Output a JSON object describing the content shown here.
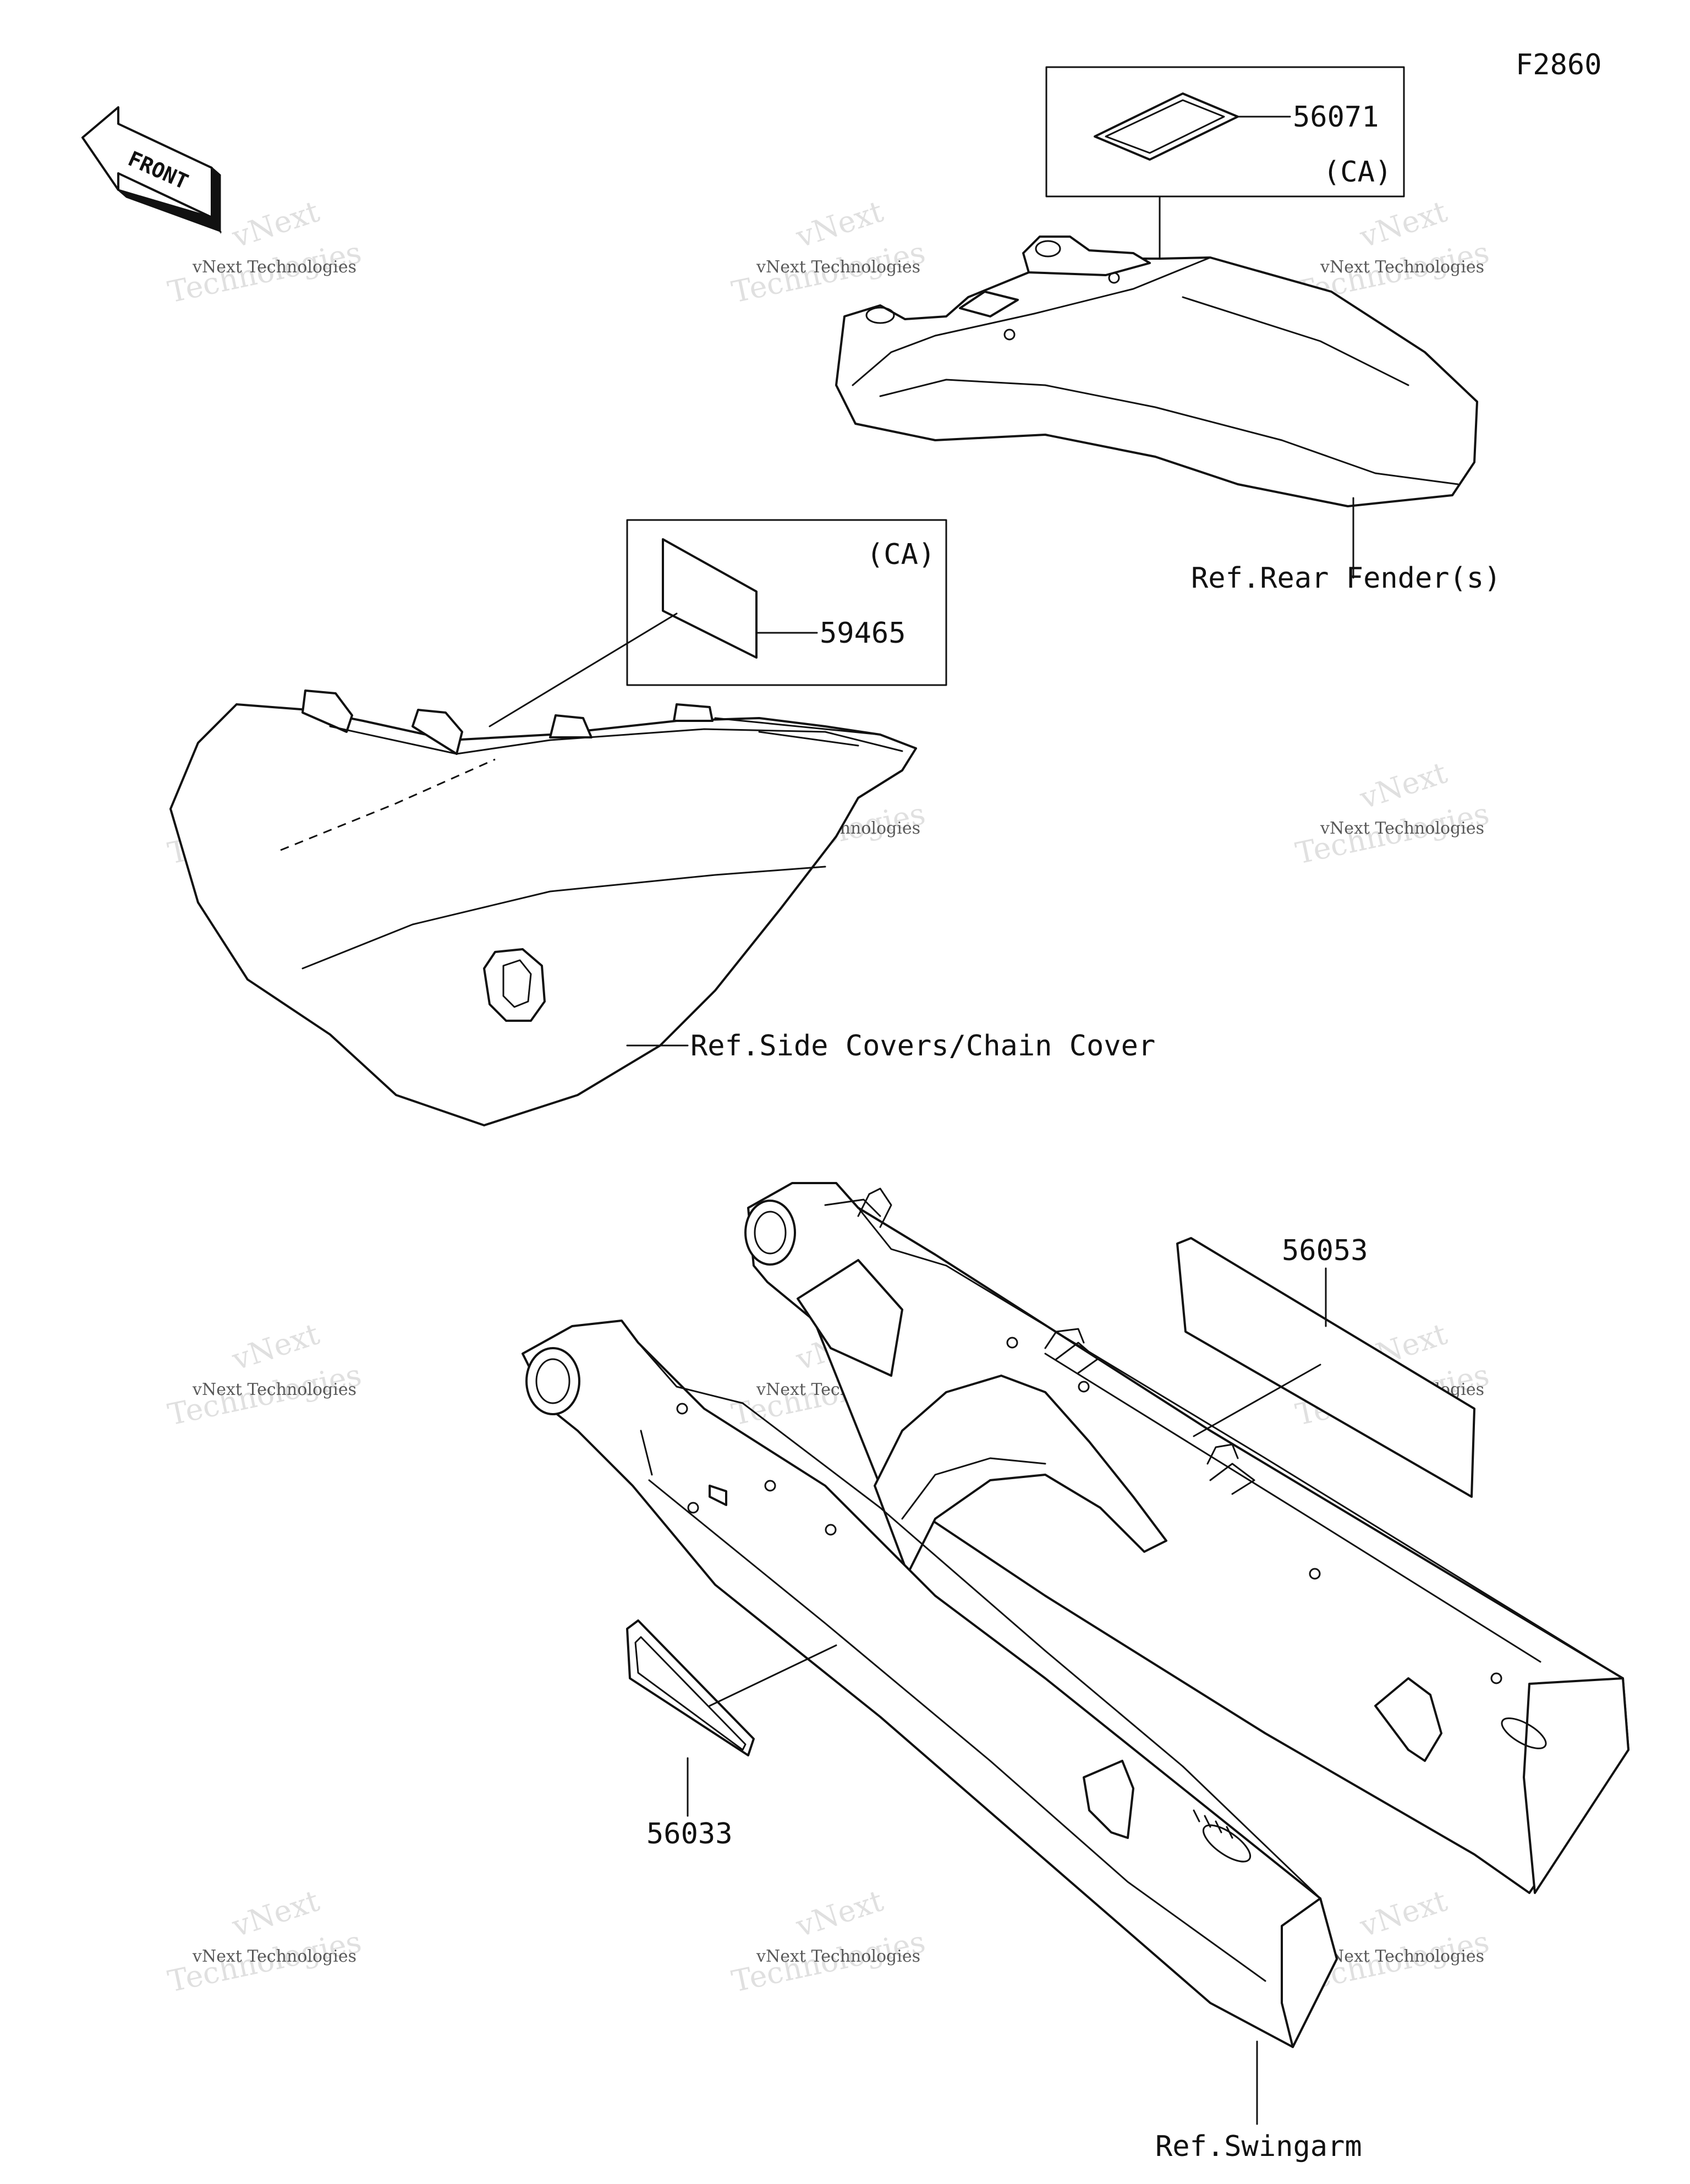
{
  "figure_code": "F2860",
  "front_label": "FRONT",
  "callouts": {
    "p56071": "56071",
    "p56071_note": "(CA)",
    "p59465": "59465",
    "p59465_note": "(CA)",
    "p56053": "56053",
    "p56033": "56033"
  },
  "references": {
    "rear_fender": "Ref.Rear Fender(s)",
    "side_covers": "Ref.Side Covers/Chain Cover",
    "swingarm": "Ref.Swingarm"
  },
  "watermark": {
    "line1": "vNext Technologies",
    "line2": "vNext",
    "line3": "Technologies"
  }
}
